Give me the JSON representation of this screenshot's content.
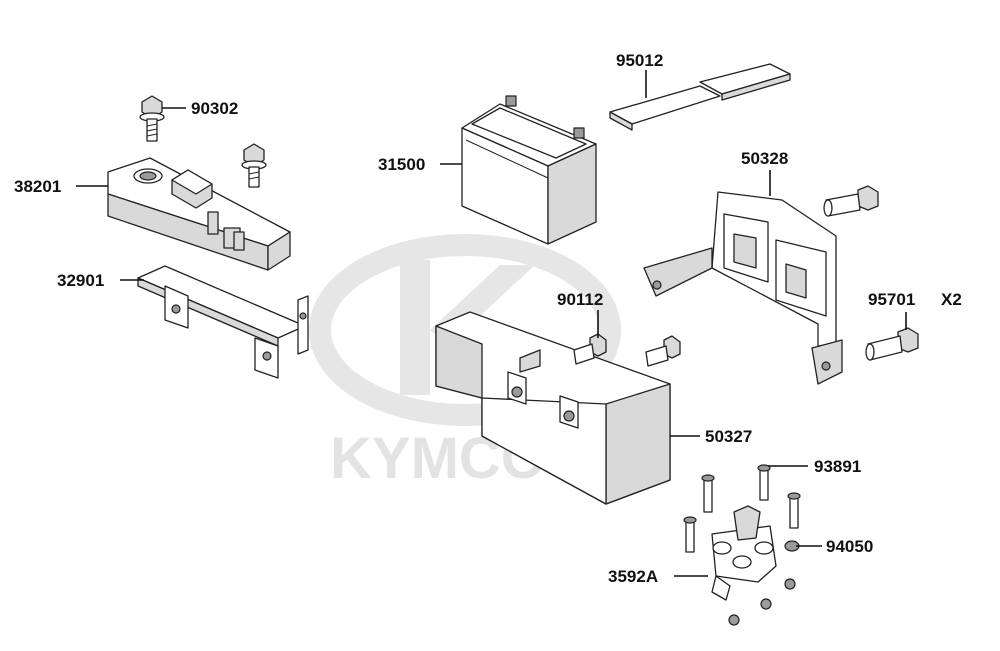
{
  "watermark": {
    "brand": "KYMCO"
  },
  "callouts": {
    "p90302": "90302",
    "p38201": "38201",
    "p32901": "32901",
    "p31500": "31500",
    "p95012": "95012",
    "p50328": "50328",
    "p90112": "90112",
    "p95701": "95701",
    "qty95701": "X2",
    "p50327": "50327",
    "p93891": "93891",
    "p94050": "94050",
    "p3592A": "3592A"
  }
}
